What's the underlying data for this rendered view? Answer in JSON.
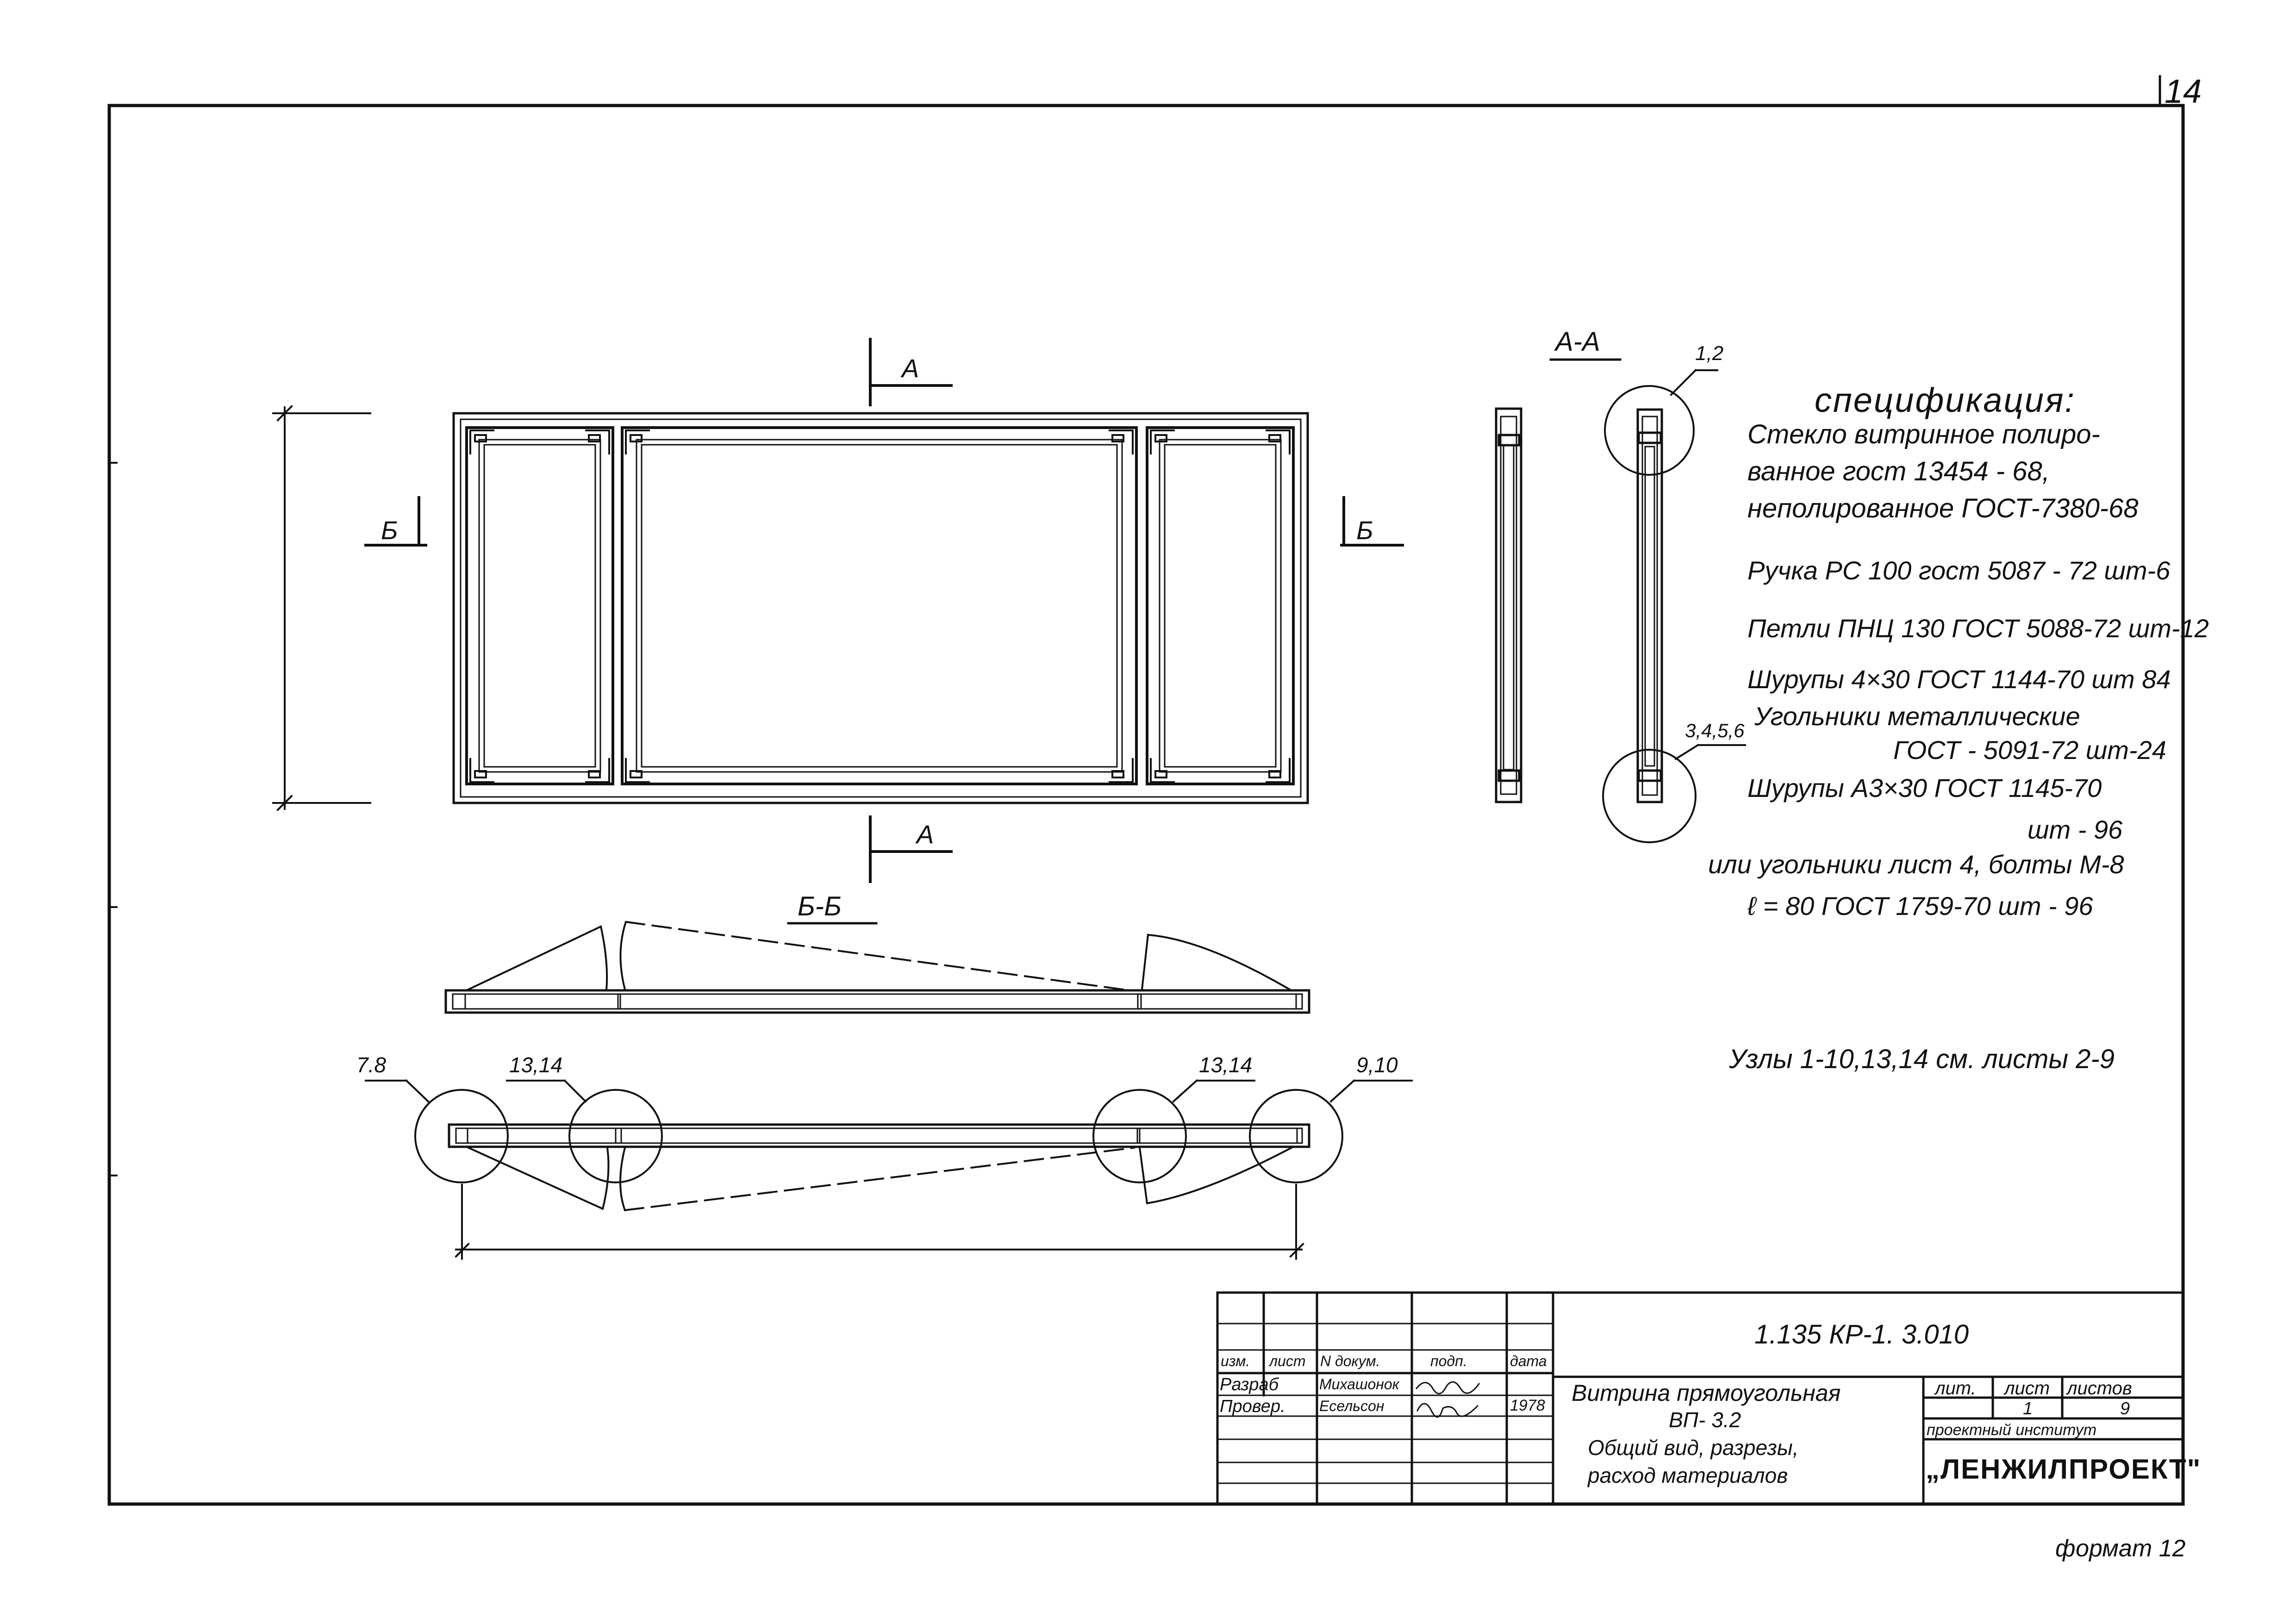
{
  "sheet": {
    "page_number": "14",
    "format_label": "формат 12"
  },
  "drawing": {
    "section_aa_label": "А-А",
    "section_bb_label": "Б-Б",
    "cut_a_top": "А",
    "cut_a_bottom": "А",
    "cut_b_left": "Б",
    "cut_b_right": "Б",
    "callouts": {
      "c_1_2": "1,2",
      "c_3_4_5_6": "3,4,5,6",
      "c_7_8": "7.8",
      "c_13_14_left": "13,14",
      "c_13_14_right": "13,14",
      "c_9_10": "9,10"
    }
  },
  "specification": {
    "title": "спецификация:",
    "lines": [
      "Стекло витринное полиро-",
      "ванное гост 13454 - 68,",
      "неполированное ГОСТ-7380-68",
      "Ручка РС 100 гост 5087 - 72 шт-6",
      "Петли ПНЦ 130 ГОСТ 5088-72 шт-12",
      "Шурупы 4×30 ГОСТ 1144-70 шт 84",
      "Угольники металлические",
      "ГОСТ - 5091-72 шт-24",
      "Шурупы А3×30 ГОСТ 1145-70",
      "шт - 96",
      "или угольники лист 4, болты М-8",
      "ℓ = 80 ГОСТ 1759-70 шт - 96"
    ],
    "nodes_note": "Узлы 1-10,13,14 см. листы 2-9"
  },
  "title_block": {
    "doc_code": "1.135 КР-1. 3.010",
    "header_row": [
      "изм.",
      "лист",
      "N докум.",
      "подп.",
      "дата"
    ],
    "developed_label": "Разраб",
    "developed_name": "Михашонок",
    "checked_label": "Провер.",
    "checked_name": "Есельсон",
    "date": "1978",
    "title_lines": [
      "Витрина прямоугольная",
      "ВП- 3.2",
      "Общий вид, разрезы,",
      "расход материалов"
    ],
    "lit_label": "лит.",
    "sheet_label": "лист",
    "sheets_label": "листов",
    "sheet_value": "1",
    "sheets_value": "9",
    "institute_label": "проектный институт",
    "institute_name": "„ЛЕНЖИЛПРОЕКТ\""
  }
}
